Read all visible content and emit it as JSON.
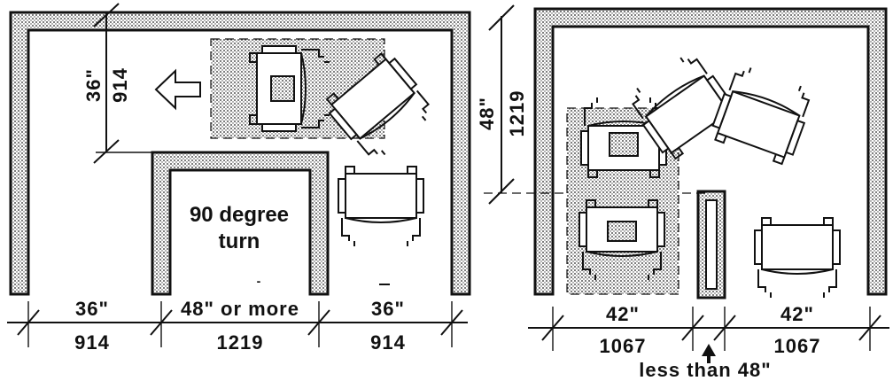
{
  "left": {
    "corridor_width_label": "36\"",
    "corridor_width_mm": "914",
    "bottom_left_label": "36\"",
    "bottom_left_mm": "914",
    "bottom_mid_label": "48\" or more",
    "bottom_mid_mm": "1219",
    "bottom_right_label": "36\"",
    "bottom_right_mm": "914",
    "turn_line1": "90  degree",
    "turn_line2": "turn"
  },
  "right": {
    "depth_label": "48\"",
    "depth_mm": "1219",
    "bottom_left_label": "42\"",
    "bottom_left_mm": "1067",
    "bottom_right_label": "42\"",
    "bottom_right_mm": "1067",
    "gap_note": "less  than  48\""
  },
  "icons": [
    "left-arrow-icon",
    "wheelchair-icon"
  ]
}
